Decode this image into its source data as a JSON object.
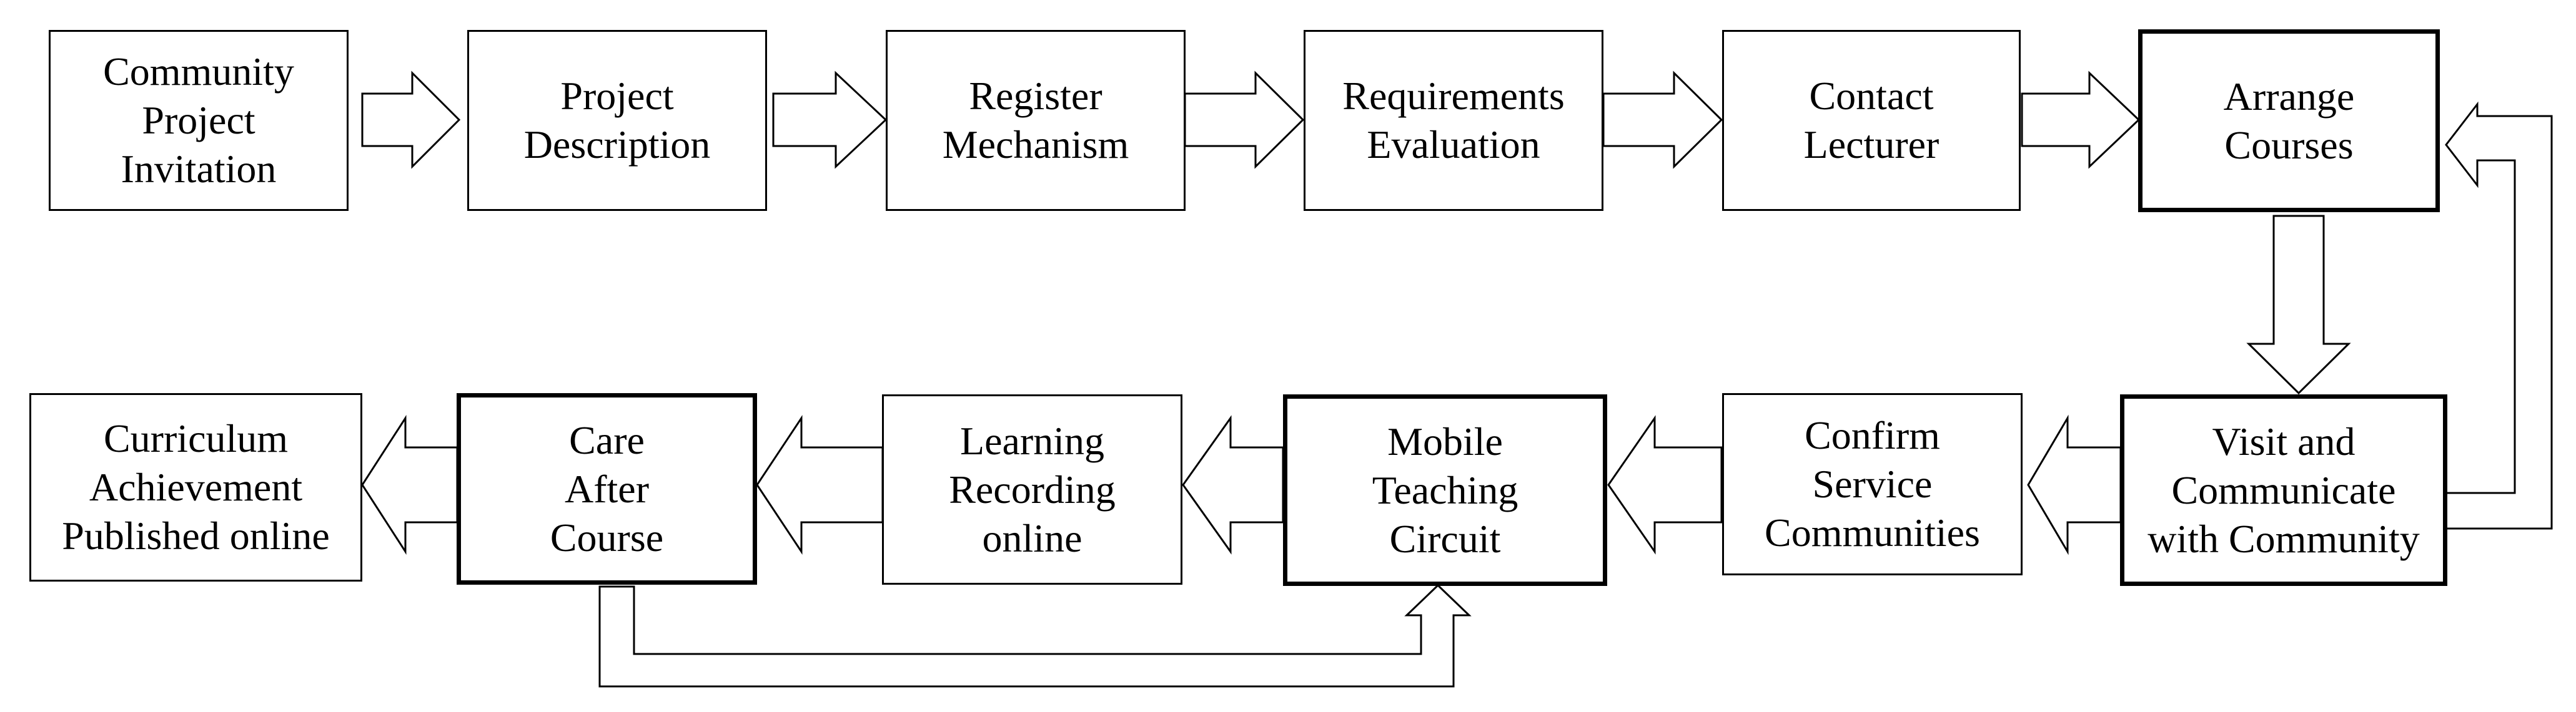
{
  "diagram": {
    "nodes": {
      "community_project_invitation": "Community\nProject\nInvitation",
      "project_description": "Project\nDescription",
      "register_mechanism": "Register\nMechanism",
      "requirements_evaluation": "Requirements\nEvaluation",
      "contact_lecturer": "Contact\nLecturer",
      "arrange_courses": "Arrange\nCourses",
      "visit_and_communicate": "Visit and\nCommunicate\nwith Community",
      "confirm_service_communities": "Confirm\nService\nCommunities",
      "mobile_teaching_circuit": "Mobile\nTeaching\nCircuit",
      "learning_recording_online": "Learning\nRecording\nonline",
      "care_after_course": "Care\nAfter\nCourse",
      "curriculum_achievement": "Curriculum\nAchievement\nPublished online"
    },
    "flow": [
      [
        "community_project_invitation",
        "project_description"
      ],
      [
        "project_description",
        "register_mechanism"
      ],
      [
        "register_mechanism",
        "requirements_evaluation"
      ],
      [
        "requirements_evaluation",
        "contact_lecturer"
      ],
      [
        "contact_lecturer",
        "arrange_courses"
      ],
      [
        "arrange_courses",
        "visit_and_communicate"
      ],
      [
        "visit_and_communicate",
        "arrange_courses"
      ],
      [
        "visit_and_communicate",
        "confirm_service_communities"
      ],
      [
        "confirm_service_communities",
        "mobile_teaching_circuit"
      ],
      [
        "mobile_teaching_circuit",
        "learning_recording_online"
      ],
      [
        "learning_recording_online",
        "care_after_course"
      ],
      [
        "care_after_course",
        "curriculum_achievement"
      ],
      [
        "care_after_course",
        "mobile_teaching_circuit"
      ]
    ],
    "colors": {
      "stroke": "#000000",
      "fill": "#ffffff",
      "background": "#ffffff"
    }
  }
}
